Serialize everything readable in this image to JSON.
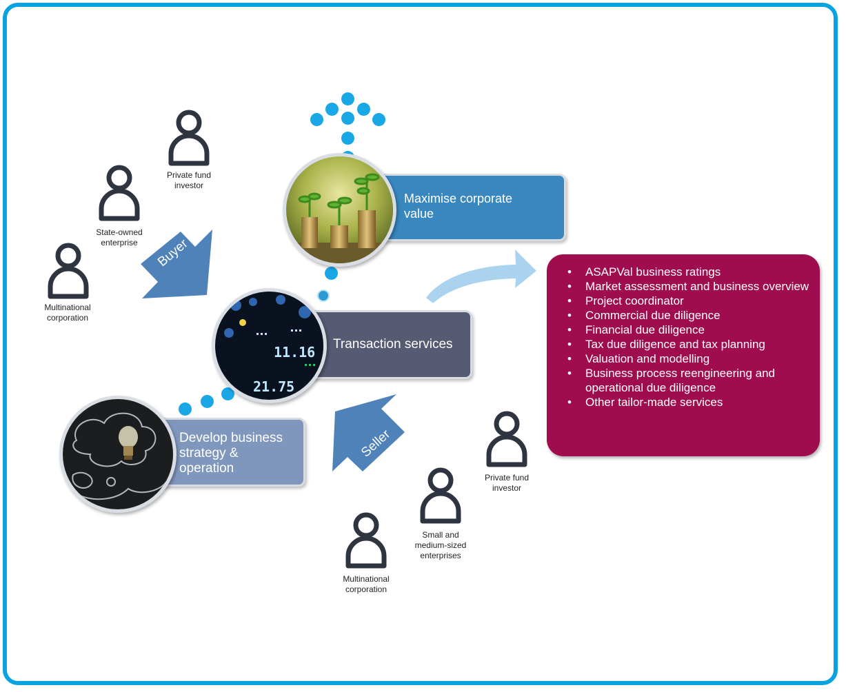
{
  "buyer_side": {
    "arrow_label": "Buyer",
    "persons": [
      {
        "label": "Private  fund\ninvestor"
      },
      {
        "label": "State-owned\nenterprise"
      },
      {
        "label": "Multinational\ncorporation"
      }
    ]
  },
  "seller_side": {
    "arrow_label": "Seller",
    "persons": [
      {
        "label": "Private  fund\ninvestor"
      },
      {
        "label": "Small and\nmedium-sized\nenterprises"
      },
      {
        "label": "Multinational\ncorporation"
      }
    ]
  },
  "stages": {
    "maximise": "Maximise corporate value",
    "transaction": "Transaction services",
    "develop": "Develop business strategy & operation"
  },
  "services": [
    "ASAPVal business ratings",
    "Market assessment and business overview",
    "Project coordinator",
    "Commercial due diligence",
    "Financial due diligence",
    "Tax due diligence and tax planning",
    "Valuation and modelling",
    "Business process reengineering and operational due diligence",
    "Other tailor-made services"
  ],
  "colors": {
    "frame": "#0aa3e0",
    "dot": "#1aa7e6",
    "maximise_box": "#3887be",
    "transaction_box": "#565a72",
    "develop_box": "#8097bd",
    "services_box": "#a00d4e",
    "arrow": "#4e82b8",
    "person_icon": "#2f3441"
  },
  "icons": {
    "person": "person-outline-icon"
  }
}
